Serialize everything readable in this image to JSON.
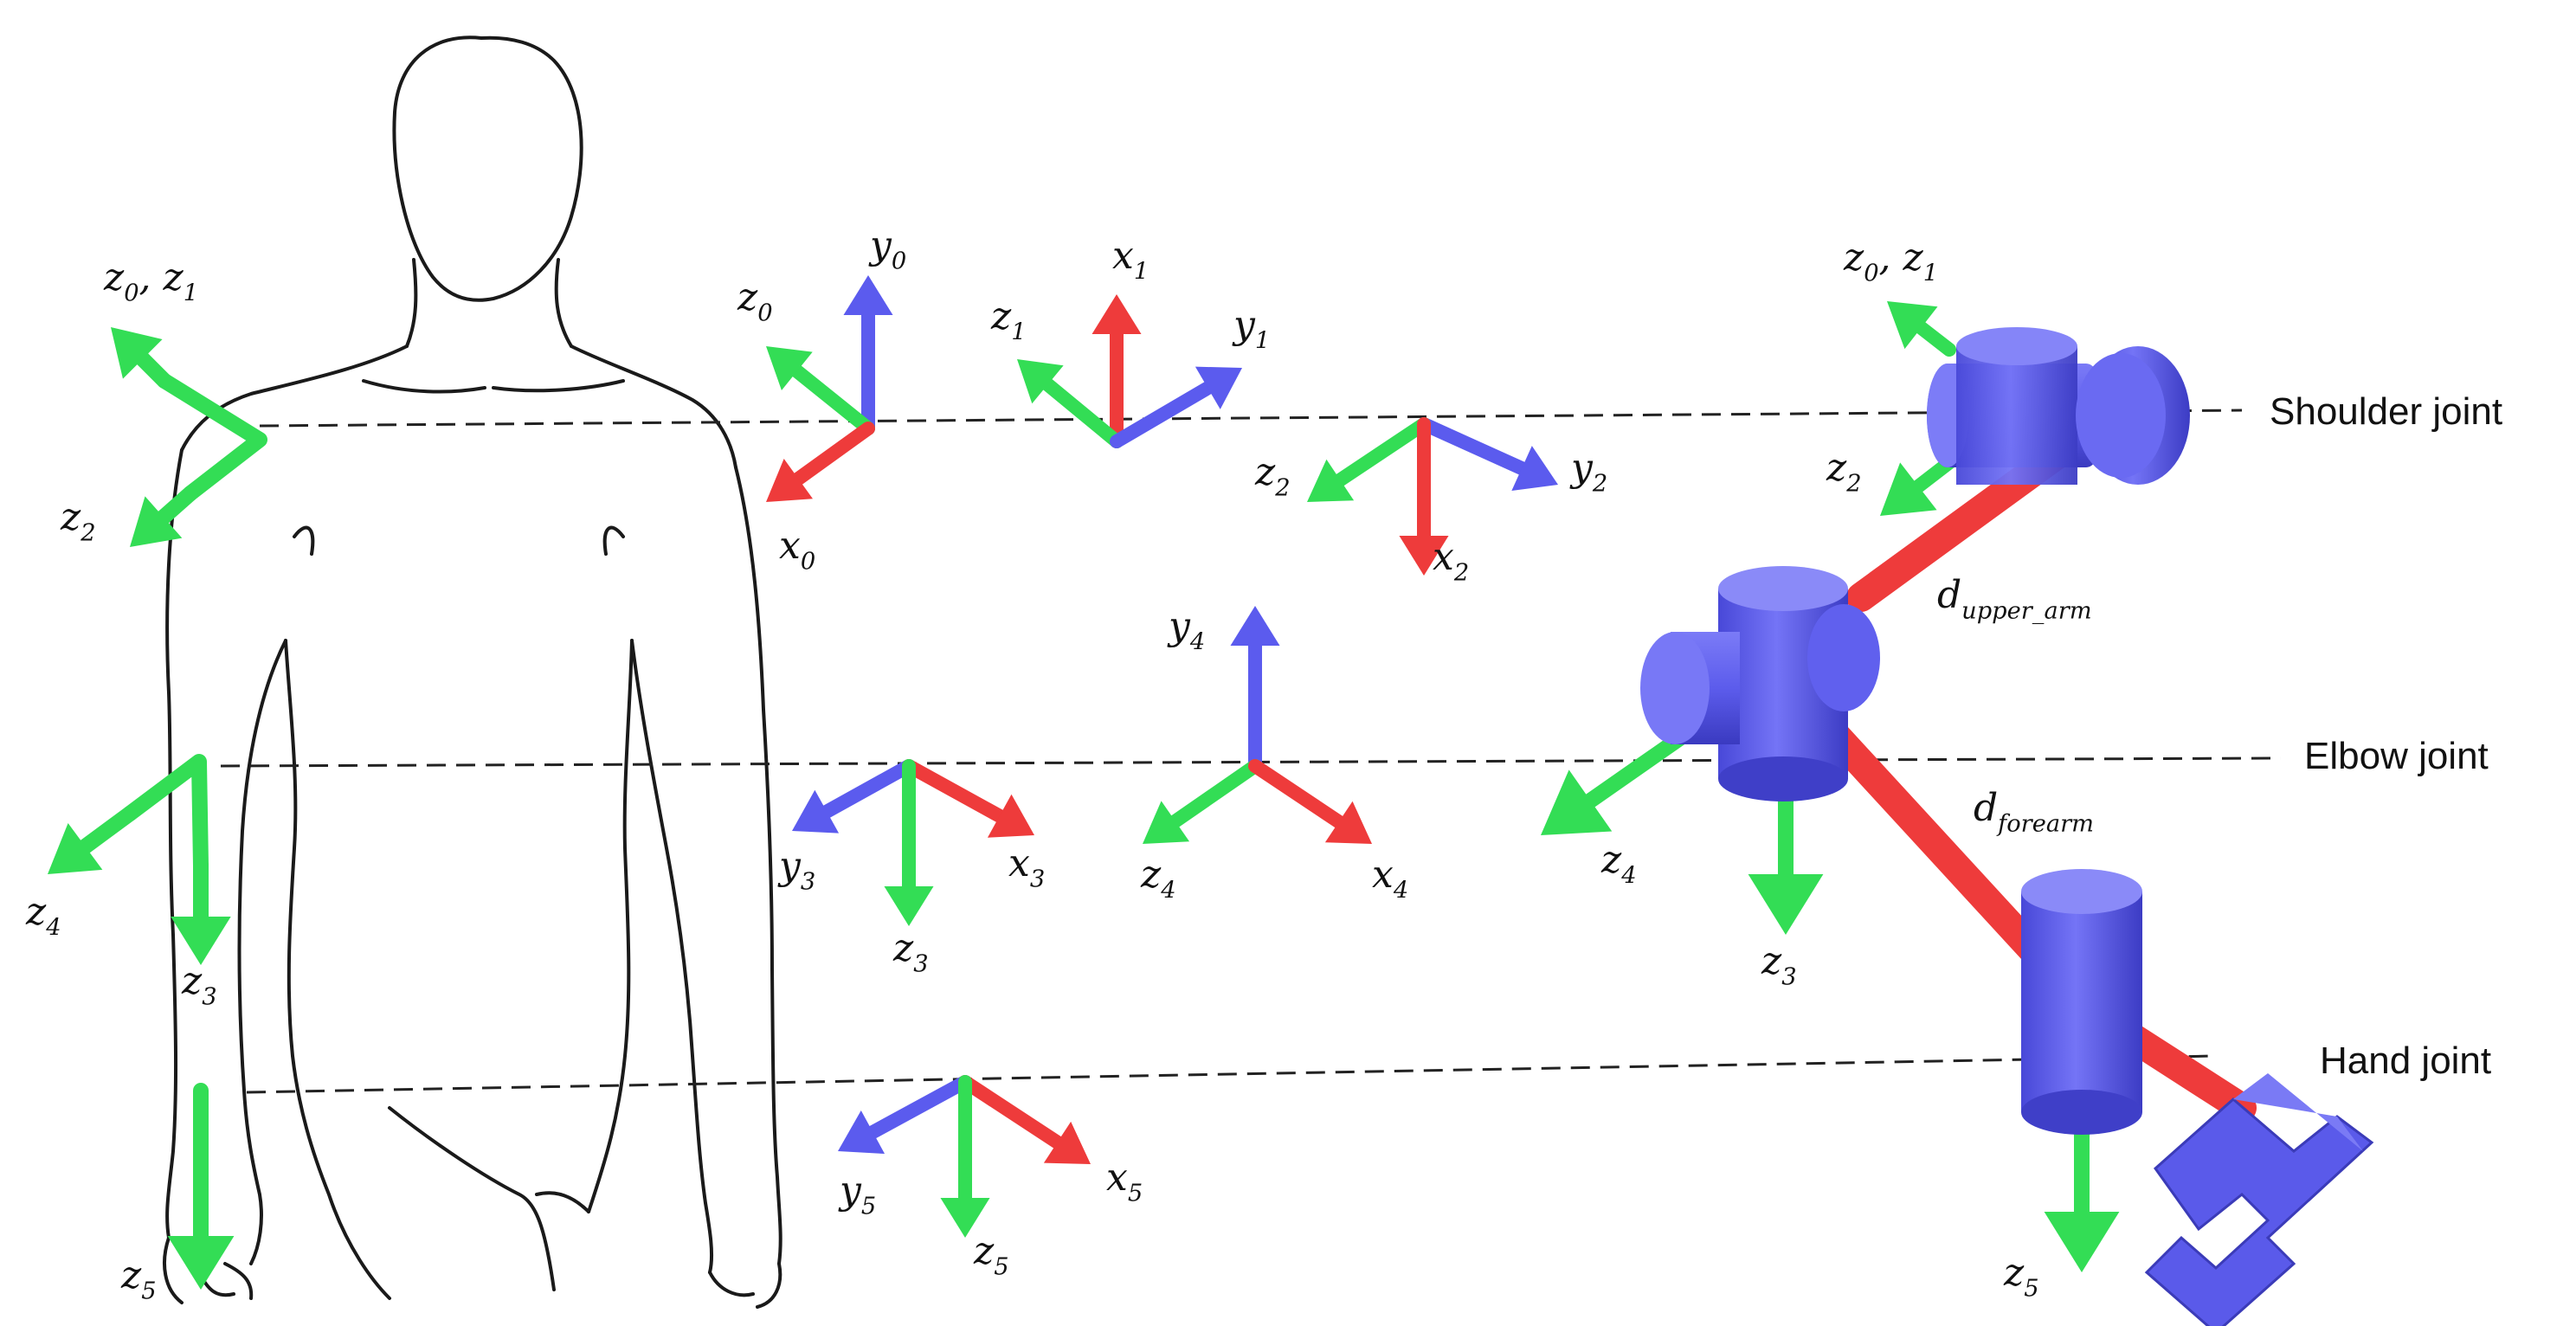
{
  "joint_labels": {
    "shoulder": "Shoulder joint",
    "elbow": "Elbow joint",
    "hand": "Hand joint"
  },
  "body_axes": {
    "z0z1": {
      "base": "z",
      "sub": "0",
      "sep": ", ",
      "base2": "z",
      "sub2": "1"
    },
    "z2": {
      "base": "z",
      "sub": "2"
    },
    "z4": {
      "base": "z",
      "sub": "4"
    },
    "z3": {
      "base": "z",
      "sub": "3"
    },
    "z5": {
      "base": "z",
      "sub": "5"
    }
  },
  "frames": {
    "f0_y0": {
      "base": "y",
      "sub": "0"
    },
    "f0_z0": {
      "base": "z",
      "sub": "0"
    },
    "f0_x0": {
      "base": "x",
      "sub": "0"
    },
    "f1_x1": {
      "base": "x",
      "sub": "1"
    },
    "f1_z1": {
      "base": "z",
      "sub": "1"
    },
    "f1_y1": {
      "base": "y",
      "sub": "1"
    },
    "f2_z2": {
      "base": "z",
      "sub": "2"
    },
    "f2_y2": {
      "base": "y",
      "sub": "2"
    },
    "f2_x2": {
      "base": "x",
      "sub": "2"
    },
    "f3_y3": {
      "base": "y",
      "sub": "3"
    },
    "f3_x3": {
      "base": "x",
      "sub": "3"
    },
    "f3_z3": {
      "base": "z",
      "sub": "3"
    },
    "f4_y4": {
      "base": "y",
      "sub": "4"
    },
    "f4_z4": {
      "base": "z",
      "sub": "4"
    },
    "f4_x4": {
      "base": "x",
      "sub": "4"
    },
    "f5_y5": {
      "base": "y",
      "sub": "5"
    },
    "f5_x5": {
      "base": "x",
      "sub": "5"
    },
    "f5_z5": {
      "base": "z",
      "sub": "5"
    }
  },
  "robot": {
    "z0z1": {
      "base": "z",
      "sub": "0",
      "sep": ", ",
      "base2": "z",
      "sub2": "1"
    },
    "z2": {
      "base": "z",
      "sub": "2"
    },
    "d_upper": {
      "base": "d",
      "sub": "upper_arm"
    },
    "d_fore": {
      "base": "d",
      "sub": "forearm"
    },
    "z4": {
      "base": "z",
      "sub": "4"
    },
    "z3": {
      "base": "z",
      "sub": "3"
    },
    "z5": {
      "base": "z",
      "sub": "5"
    }
  },
  "colors": {
    "x_axis": "#ee3b3b",
    "y_axis": "#5b5bee",
    "z_axis": "#33dd55",
    "joint": "#5f5ff0",
    "link": "#ee3b3b"
  }
}
